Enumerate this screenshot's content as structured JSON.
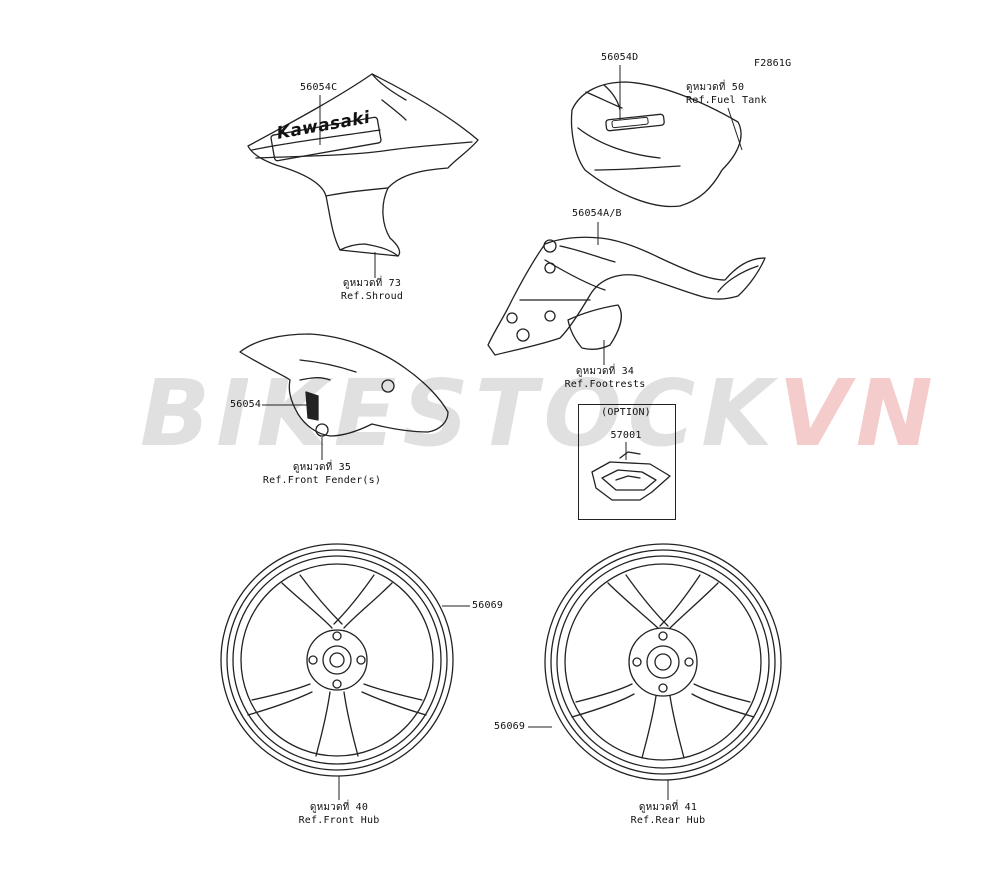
{
  "diagram": {
    "code": "F2861G",
    "parts": {
      "shroud_decal": "56054C",
      "tank_decal": "56054D",
      "footrest_decal": "56054A/B",
      "fender_decal": "56054",
      "option_part": "57001",
      "wheel_front": "56069",
      "wheel_rear": "56069"
    },
    "refs": {
      "shroud": [
        "ดูหมวดที่ 73",
        "Ref.Shroud"
      ],
      "fuel_tank": [
        "ดูหมวดที่ 50",
        "Ref.Fuel Tank"
      ],
      "footrests": [
        "ดูหมวดที่ 34",
        "Ref.Footrests"
      ],
      "front_fender": [
        "ดูหมวดที่ 35",
        "Ref.Front Fender(s)"
      ],
      "front_hub": [
        "ดูหมวดที่ 40",
        "Ref.Front Hub"
      ],
      "rear_hub": [
        "ดูหมวดที่ 41",
        "Ref.Rear Hub"
      ]
    },
    "option_label": "(OPTION)",
    "decal_text": {
      "brand": "Kawasaki"
    }
  },
  "watermark": {
    "part1": "BIKESTOCK",
    "part2": "VN"
  },
  "colors": {
    "line": "#222222",
    "watermark_gray": "#777777",
    "watermark_red": "#d11b1b"
  }
}
